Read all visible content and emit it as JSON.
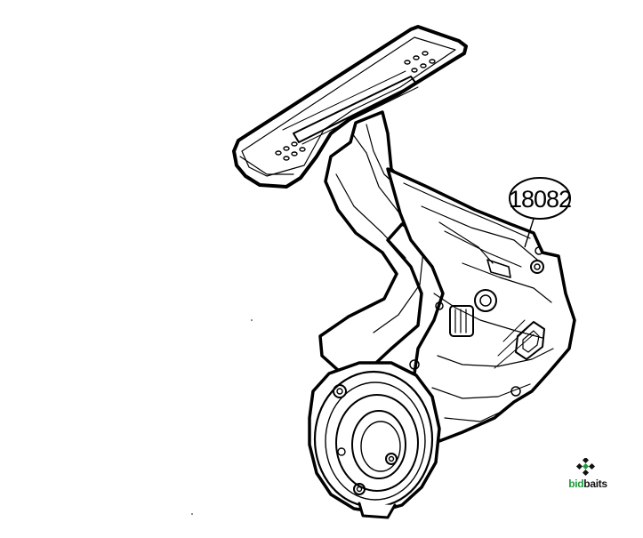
{
  "diagram": {
    "part_number": "18082"
  },
  "branding": {
    "logo_prefix": "bid",
    "logo_suffix": "baits",
    "accent_color": "#1e9a3a"
  }
}
